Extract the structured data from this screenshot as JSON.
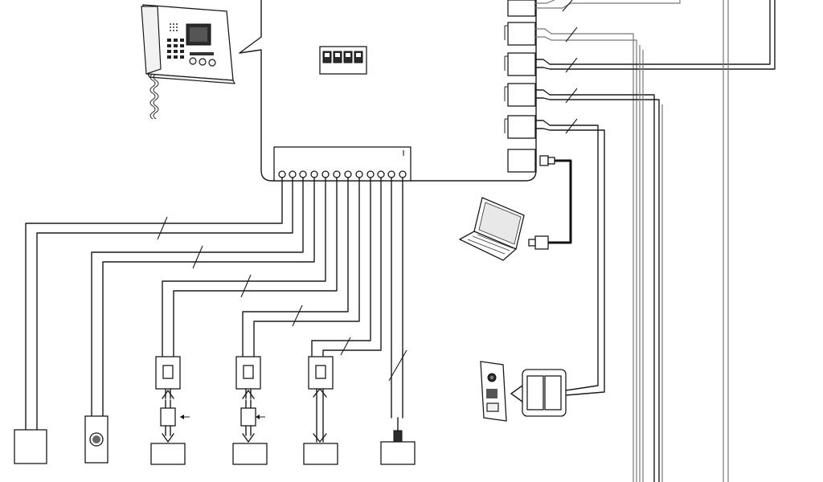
{
  "diagram": {
    "components": [
      {
        "id": "master-station",
        "icon": "intercom-master-station-icon"
      },
      {
        "id": "control-unit",
        "icon": "control-unit-icon"
      },
      {
        "id": "dip-switch",
        "icon": "dip-switch-icon"
      },
      {
        "id": "terminal-block",
        "icon": "terminal-block-icon"
      },
      {
        "id": "laptop",
        "icon": "laptop-icon"
      },
      {
        "id": "video-door-station",
        "icon": "video-door-station-icon"
      },
      {
        "id": "door-release-relay",
        "icon": "relay-icon"
      },
      {
        "id": "call-button",
        "icon": "push-button-icon"
      }
    ],
    "colors": {
      "line": "#1a1a1a",
      "background": "#ffffff"
    }
  }
}
